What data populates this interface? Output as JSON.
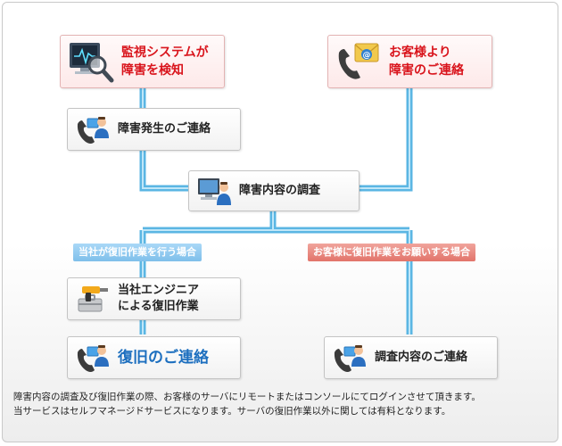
{
  "nodes": {
    "monitor_detect": "監視システムが\n障害を検知",
    "customer_contact": "お客様より\n障害のご連絡",
    "failure_notice": "障害発生のご連絡",
    "investigation": "障害内容の調査",
    "engineer_restore": "当社エンジニア\nによる復旧作業",
    "restore_notice": "復旧のご連絡",
    "result_notice": "調査内容のご連絡"
  },
  "branches": {
    "company": "当社が復旧作業を行う場合",
    "customer": "お客様に復旧作業をお願いする場合"
  },
  "notes": [
    "障害内容の調査及び復旧作業の際、お客様のサーバにリモートまたはコンソールにてログインさせて頂きます。",
    "当サービスはセルフマネージドサービスになります。サーバの復旧作業以外に関しては有料となります。"
  ],
  "colors": {
    "connector": "#6cc3ec",
    "alert_text": "#d9141c",
    "highlight_text": "#1d6fbf",
    "company_tag": "#8ccaf0",
    "customer_tag": "#e98a80"
  }
}
